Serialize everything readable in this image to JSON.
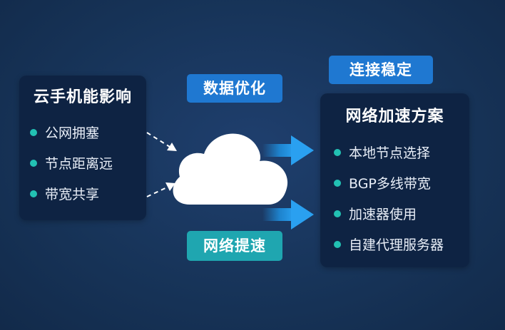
{
  "left_panel": {
    "title": "云手机能影响",
    "items": [
      "公网拥塞",
      "节点距离远",
      "带宽共享"
    ]
  },
  "right_panel": {
    "title": "网络加速方案",
    "items": [
      "本地节点选择",
      "BGP多线带宽",
      "加速器使用",
      "自建代理服务器"
    ]
  },
  "tags": {
    "optimize": "数据优化",
    "stable": "连接稳定",
    "speedup": "网络提速"
  },
  "colors": {
    "background": "#173459",
    "panel": "#0e2343",
    "tag_blue": "#1f78d1",
    "tag_teal": "#1fa6b0",
    "bullet": "#22c1b3",
    "arrow": "#1e90e0"
  },
  "icons": [
    "cloud-icon",
    "dashed-arrow-icon",
    "solid-arrow-icon"
  ]
}
